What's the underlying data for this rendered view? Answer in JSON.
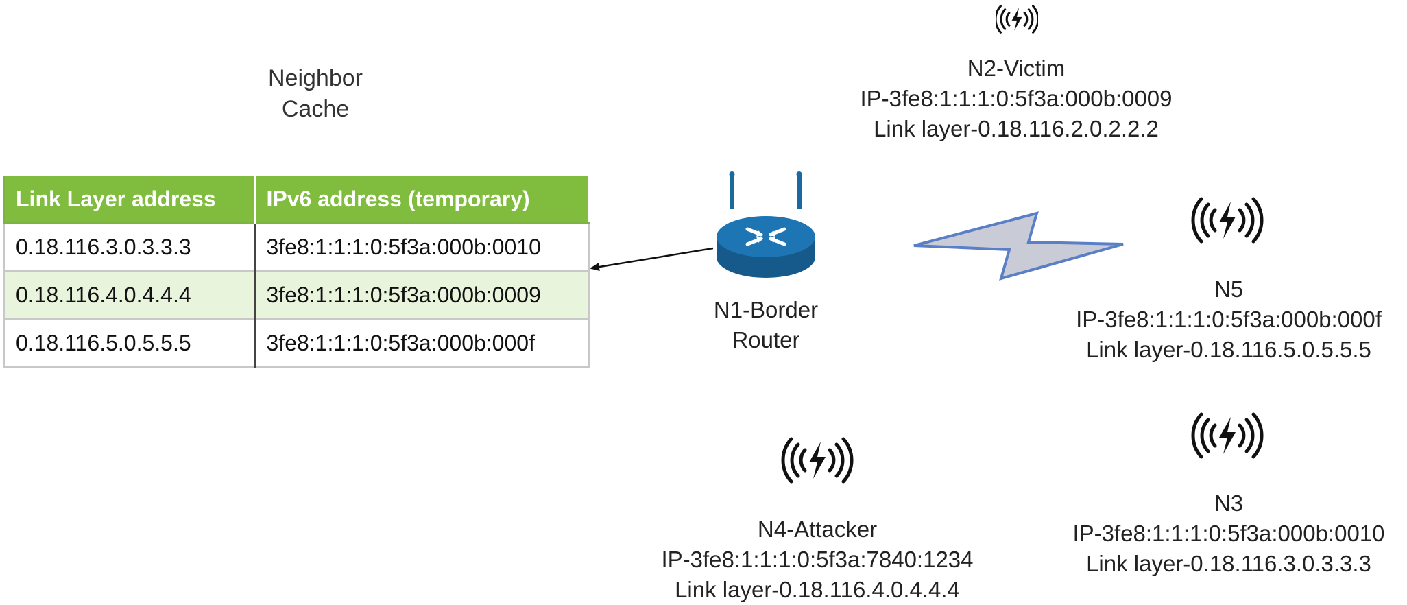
{
  "cache_title_line1": "Neighbor",
  "cache_title_line2": "Cache",
  "table": {
    "headers": [
      "Link Layer address",
      "IPv6 address (temporary)"
    ],
    "rows": [
      [
        "0.18.116.3.0.3.3.3",
        "3fe8:1:1:1:0:5f3a:000b:0010"
      ],
      [
        "0.18.116.4.0.4.4.4",
        "3fe8:1:1:1:0:5f3a:000b:0009"
      ],
      [
        "0.18.116.5.0.5.5.5",
        "3fe8:1:1:1:0:5f3a:000b:000f"
      ]
    ]
  },
  "router": {
    "line1": "N1-Border",
    "line2": "Router",
    "icon": "router-icon"
  },
  "nodes": {
    "n2": {
      "name": "N2-Victim",
      "ip": "IP-3fe8:1:1:1:0:5f3a:000b:0009",
      "link": "Link layer-0.18.116.2.0.2.2.2"
    },
    "n5": {
      "name": "N5",
      "ip": "IP-3fe8:1:1:1:0:5f3a:000b:000f",
      "link": "Link layer-0.18.116.5.0.5.5.5"
    },
    "n3": {
      "name": "N3",
      "ip": "IP-3fe8:1:1:1:0:5f3a:000b:0010",
      "link": "Link layer-0.18.116.3.0.3.3.3"
    },
    "n4": {
      "name": "N4-Attacker",
      "ip": "IP-3fe8:1:1:1:0:5f3a:7840:1234",
      "link": "Link layer-0.18.116.4.0.4.4.4"
    }
  },
  "colors": {
    "header_green": "#80bd3e",
    "alt_row": "#e9f4dc",
    "router_blue": "#1a6aa0",
    "link_fill": "#c9ccd6",
    "link_stroke": "#5b7fc7"
  }
}
